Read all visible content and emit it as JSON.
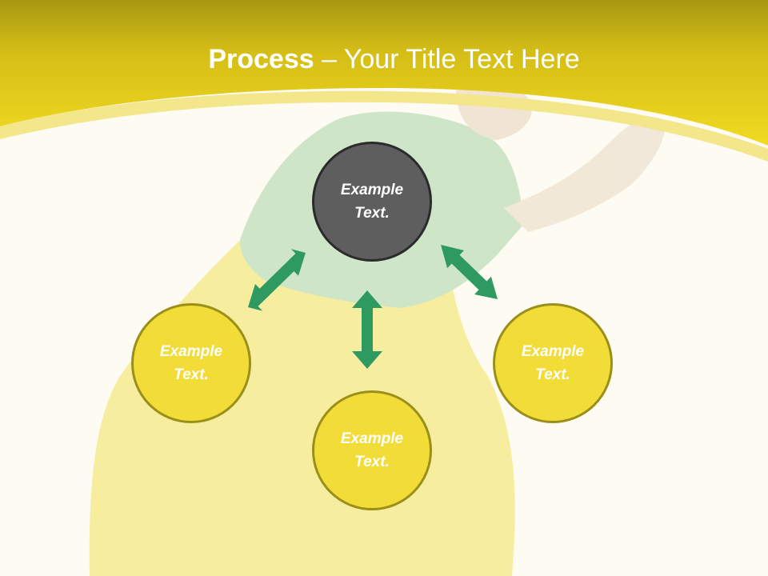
{
  "title": {
    "bold": "Process",
    "rest": " – Your Title Text Here"
  },
  "nodes": [
    {
      "line1": "Example",
      "line2": "Text."
    },
    {
      "line1": "Example",
      "line2": "Text."
    },
    {
      "line1": "Example",
      "line2": "Text."
    },
    {
      "line1": "Example",
      "line2": "Text."
    }
  ],
  "colors": {
    "header": "#efd61f",
    "center": "#5e5e5e",
    "node": "#f2dc38",
    "arrow": "#2e9a62"
  }
}
